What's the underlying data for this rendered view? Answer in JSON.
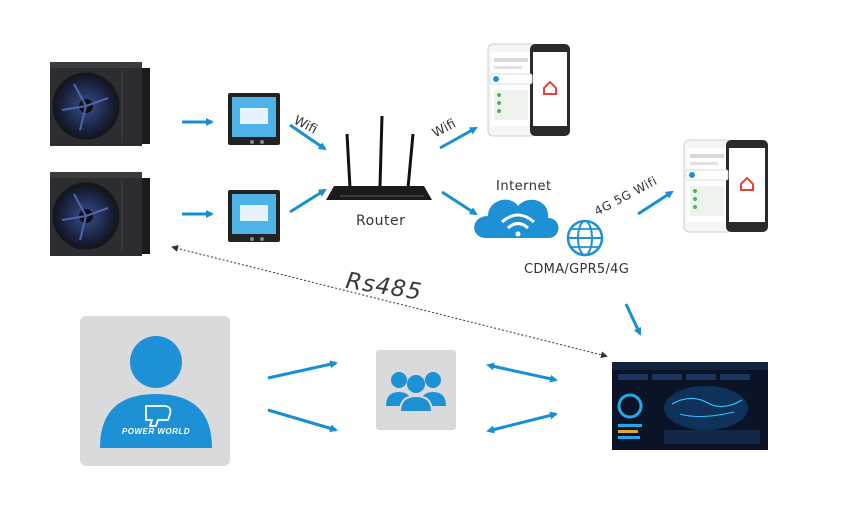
{
  "labels": {
    "wifi_router_in": "Wifi",
    "wifi_router_out": "Wifi",
    "router": "Router",
    "internet": "Internet",
    "cellular_link": "4G 5G Wifi",
    "cellular_network": "CDMA/GPR5/4G",
    "rs485": "Rs485",
    "brand": "POWER WORLD"
  },
  "colors": {
    "arrow": "#1a8fd0",
    "accent": "#1e90d6",
    "panel_gray": "#d9dadb",
    "unit_body": "#2b2d30",
    "screen_dark": "#0b1426"
  },
  "icons": [
    "heat-pump-unit",
    "controller-panel",
    "router",
    "cloud-wifi-icon",
    "globe-icon",
    "smartphone",
    "user-icon",
    "group-icon",
    "dashboard-screen"
  ]
}
